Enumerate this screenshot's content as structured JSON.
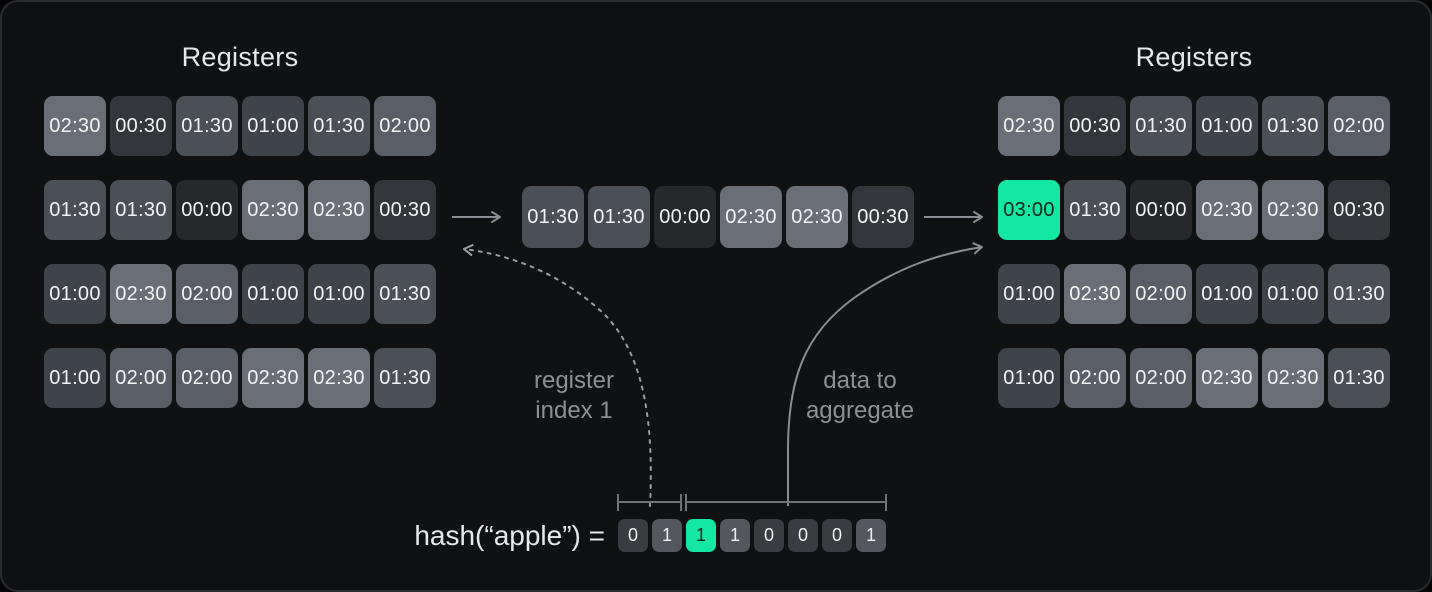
{
  "accent": "#13e7a1",
  "value_colors": {
    "00:00": "#26282c",
    "00:30": "#33363b",
    "01:00": "#3f434a",
    "01:30": "#4b4f56",
    "02:00": "#5a5e67",
    "02:30": "#6a6e76",
    "03:00": "#13e7a1",
    "0": "#393c41",
    "1": "#54575d"
  },
  "green_values": [
    "03:00"
  ],
  "left_panel": {
    "title": "Registers",
    "rows": [
      [
        "02:30",
        "00:30",
        "01:30",
        "01:00",
        "01:30",
        "02:00"
      ],
      [
        "01:30",
        "01:30",
        "00:00",
        "02:30",
        "02:30",
        "00:30"
      ],
      [
        "01:00",
        "02:30",
        "02:00",
        "01:00",
        "01:00",
        "01:30"
      ],
      [
        "01:00",
        "02:00",
        "02:00",
        "02:30",
        "02:30",
        "01:30"
      ]
    ]
  },
  "middle_row": {
    "cells": [
      "01:30",
      "01:30",
      "00:00",
      "02:30",
      "02:30",
      "00:30"
    ]
  },
  "right_panel": {
    "title": "Registers",
    "rows": [
      [
        "02:30",
        "00:30",
        "01:30",
        "01:00",
        "01:30",
        "02:00"
      ],
      [
        "03:00",
        "01:30",
        "00:00",
        "02:30",
        "02:30",
        "00:30"
      ],
      [
        "01:00",
        "02:30",
        "02:00",
        "01:00",
        "01:00",
        "01:30"
      ],
      [
        "01:00",
        "02:00",
        "02:00",
        "02:30",
        "02:30",
        "01:30"
      ]
    ]
  },
  "annotations": {
    "register_index": {
      "line1": "register",
      "line2": "index 1"
    },
    "data_aggregate": {
      "line1": "data to",
      "line2": "aggregate"
    }
  },
  "hash": {
    "label": "hash(“apple”) =",
    "bits": [
      "0",
      "1",
      "1",
      "1",
      "0",
      "0",
      "0",
      "1"
    ],
    "highlight_index": 2
  }
}
